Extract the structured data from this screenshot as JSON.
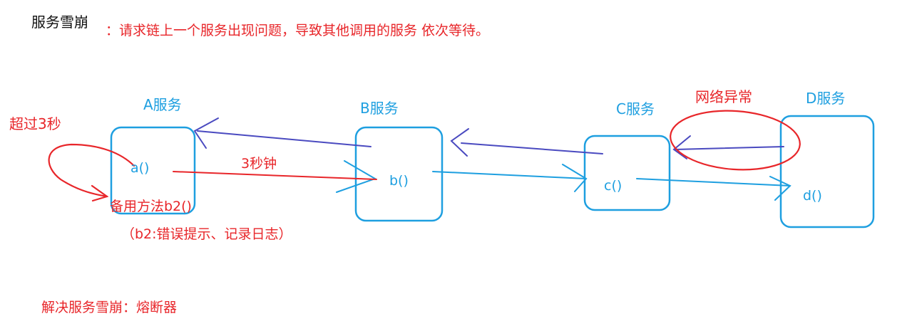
{
  "colors": {
    "blue": "#1e9fe0",
    "red": "#e8262a",
    "purple": "#4a4ac0",
    "black": "#111111"
  },
  "heading": {
    "term": "服务雪崩",
    "definition": "：请求链上一个服务出现问题，导致其他调用的服务 依次等待。"
  },
  "services": [
    {
      "id": "a",
      "name": "A服务",
      "method": "a()"
    },
    {
      "id": "b",
      "name": "B服务",
      "method": "b()"
    },
    {
      "id": "c",
      "name": "C服务",
      "method": "c()"
    },
    {
      "id": "d",
      "name": "D服务",
      "method": "d()"
    }
  ],
  "annotations": {
    "timeout": "超过3秒",
    "three_seconds": "3秒钟",
    "fallback": "备用方法b2()",
    "fallback_desc": "（b2:错误提示、记录日志）",
    "network_error": "网络异常"
  },
  "solution": "解决服务雪崩：熔断器"
}
